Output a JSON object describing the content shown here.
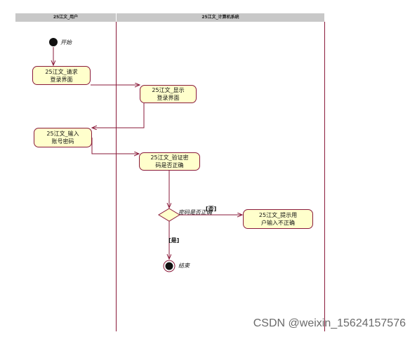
{
  "diagram": {
    "lanes": [
      {
        "name": "25江文_用户"
      },
      {
        "name": "25江文_计算机系统"
      }
    ],
    "start_label": "开始",
    "end_label": "结束",
    "activities": {
      "request_login": "25江文_请求\n登录界面",
      "show_login": "25江文_显示\n登录界面",
      "enter_password": "25江文_输入\n账号密码",
      "verify_password": "25江文_验证密\n码是否正确",
      "prompt_error": "25江文_提示用\n户输入不正确"
    },
    "decision_label": "密码是否正确",
    "guards": {
      "no": "[否]",
      "yes": "[是]"
    },
    "colors": {
      "line": "#8a1a3a",
      "fill": "#ffffcc",
      "header": "#c8c8c8"
    }
  },
  "watermark": "CSDN @weixin_15624157576"
}
